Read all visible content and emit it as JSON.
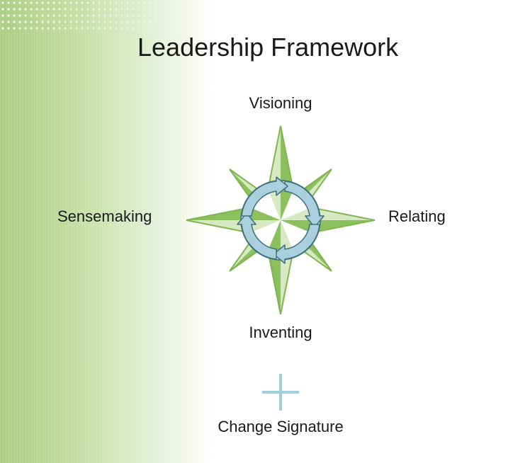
{
  "title": "Leadership Framework",
  "labels": {
    "top": "Visioning",
    "left": "Sensemaking",
    "right": "Relating",
    "bottom": "Inventing",
    "signature": "Change Signature"
  },
  "colors": {
    "star_dark": "#8cbf5d",
    "star_light": "#d6e9c2",
    "star_outline": "#7fb54e",
    "cycle_arrows": "#a9d0dc",
    "cycle_outline": "#3f6f7c",
    "plus": "#9fd0de"
  },
  "icons": [
    "compass-star-icon",
    "cycle-arrows-icon",
    "plus-icon"
  ]
}
